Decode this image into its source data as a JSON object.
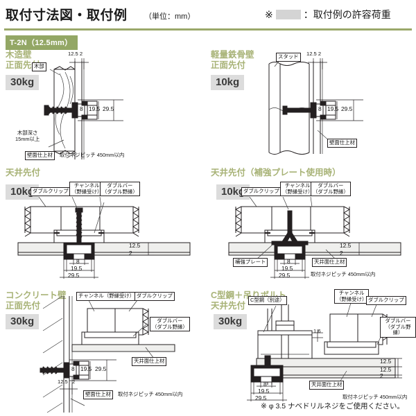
{
  "header": {
    "title": "取付寸法図・取付例",
    "unit": "（単位：mm）",
    "legend_mark": "※",
    "legend_text": "：取付例の許容荷重",
    "swatch_color": "#d4d4d4",
    "rule_color": "#9aa86a"
  },
  "product_tag": {
    "label": "T-2N（12.5mm）",
    "bg_color": "#93a765",
    "text_color": "#ffffff"
  },
  "common": {
    "screw_pitch_note": "取付ネジピッチ 450mm以内",
    "wall_finish": "壁面仕上材",
    "ceiling_finish": "天井面仕上材",
    "double_clip": "ダブルクリップ",
    "channel": "チャンネル\n（野縁受け）",
    "channel_inline": "チャンネル（野縁受け）",
    "double_bar": "ダブルバー\n（ダブル野縁）",
    "dim_8": "8",
    "dim_19_5": "19.5",
    "dim_29_5": "29.5",
    "dim_12_5": "12.5",
    "dim_2": "2",
    "dim_12_5_2_pair": "12.5  2"
  },
  "panels": [
    {
      "id": "wood-wall-front",
      "title": "木造壁\n正面先付",
      "load": "30kg",
      "labels": {
        "wood_part": "木部",
        "wood_depth": "木部深さ\n15mm以上",
        "wall_finish": "壁面仕上材",
        "pitch": "取付ネジピッチ 450mm以内"
      },
      "dims": {
        "top": "12.5  2",
        "a": "8",
        "b": "19.5",
        "c": "29.5"
      }
    },
    {
      "id": "light-steel-wall-front",
      "title": "軽量鉄骨壁\n正面先付",
      "load": "10kg",
      "labels": {
        "stud": "スタッド",
        "wall_finish": "壁面仕上材"
      },
      "dims": {
        "top": "12.5  2",
        "a": "8",
        "b": "19.5",
        "c": "29.5"
      }
    },
    {
      "id": "ceiling-front",
      "title": "天井先付",
      "load": "10kg",
      "labels": {
        "double_clip": "ダブルクリップ",
        "channel": "チャンネル\n（野縁受け）",
        "double_bar": "ダブルバー\n（ダブル野縁）"
      },
      "dims": {
        "a": "8",
        "b": "19.5",
        "c": "29.5",
        "t1": "12.5",
        "t2": "2"
      }
    },
    {
      "id": "ceiling-front-reinforce-plate",
      "title": "天井先付（補強プレート使用時）",
      "load": "10kg",
      "labels": {
        "double_clip": "ダブルクリップ",
        "channel": "チャンネル\n（野縁受け）",
        "double_bar": "ダブルバー\n（ダブル野縁）",
        "reinforce_plate": "補強プレート",
        "ceiling_finish": "天井面仕上材",
        "pitch": "取付ネジピッチ 450mm以内"
      },
      "dims": {
        "a": "8",
        "b": "19.5",
        "c": "29.5",
        "t1": "12.5",
        "t2": "2"
      }
    },
    {
      "id": "concrete-wall-front",
      "title": "コンクリート壁\n正面先付",
      "load": "30kg",
      "labels": {
        "channel_inline": "チャンネル（野縁受け）",
        "double_clip": "ダブルクリップ",
        "double_bar": "ダブルバー\n（ダブル野縁）",
        "ceiling_finish": "天井面仕上材",
        "wall_finish": "壁面仕上材",
        "pitch": "取付ネジピッチ 450mm以内"
      },
      "dims": {
        "a": "8",
        "b": "19.5",
        "c": "29.5",
        "t1": "12.5",
        "t2": "2"
      }
    },
    {
      "id": "c-steel-hanging-bolt-ceiling",
      "title": "C型鋼＋吊りボルト\n天井先付",
      "load": "30kg",
      "labels": {
        "c_steel": "C型鋼（別途）",
        "channel": "チャンネル\n（野縁受け）",
        "double_clip": "ダブルクリップ",
        "double_bar": "ダブルバー\n（ダブル野縁）",
        "ceiling_finish": "天井面仕上材",
        "pitch": "取付ネジピッチ 450mm以内"
      },
      "dims": {
        "a": "8",
        "b": "19.5",
        "c": "29.5",
        "t1": "12.5",
        "t2": "12.5",
        "t3": "2",
        "plate": "1.6"
      }
    }
  ],
  "footnote": "※ φ 3.5 ナベドリルネジをご使用ください。"
}
